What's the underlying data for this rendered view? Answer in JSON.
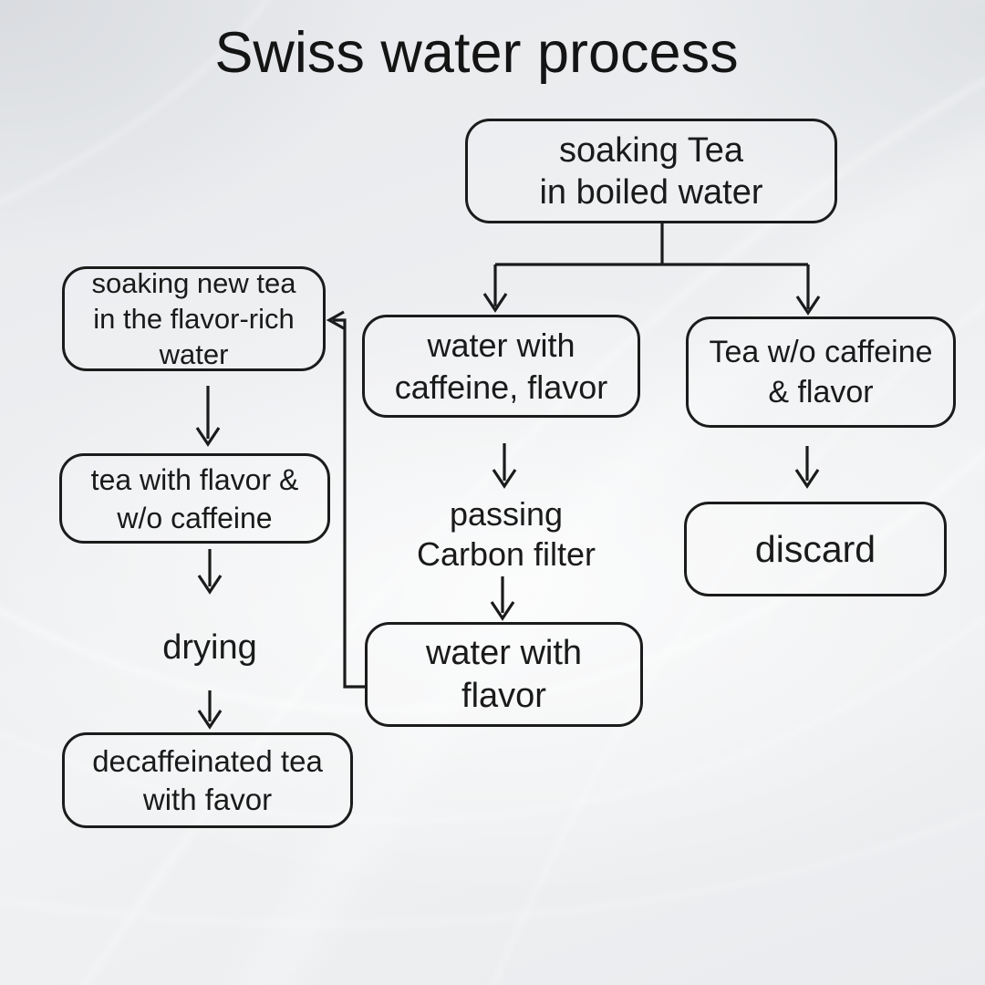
{
  "title": "Swiss water process",
  "colors": {
    "background": "#eaecef",
    "line": "#1b1b1b",
    "text": "#1a1a1a"
  },
  "nodes": {
    "soak_tea": {
      "shape": "box",
      "lines": [
        "soaking Tea",
        "in boiled water"
      ]
    },
    "water_caffeine": {
      "shape": "box",
      "lines": [
        "water with",
        "caffeine, flavor"
      ]
    },
    "tea_wo_caffeine": {
      "shape": "box",
      "lines": [
        "Tea w/o caffeine",
        "& flavor"
      ]
    },
    "passing_filter": {
      "shape": "text",
      "lines": [
        "passing",
        "Carbon filter"
      ]
    },
    "water_flavor": {
      "shape": "box",
      "lines": [
        "water with",
        "flavor"
      ]
    },
    "discard": {
      "shape": "box",
      "lines": [
        "discard"
      ]
    },
    "soaking_new_tea": {
      "shape": "box",
      "lines": [
        "soaking new tea",
        "in the flavor-rich",
        "water"
      ]
    },
    "tea_with_flavor": {
      "shape": "box",
      "lines": [
        "tea with flavor &",
        "w/o caffeine"
      ]
    },
    "drying": {
      "shape": "text",
      "lines": [
        "drying"
      ]
    },
    "decaf_tea": {
      "shape": "box",
      "lines": [
        "decaffeinated tea",
        "with favor"
      ]
    }
  },
  "edges": [
    {
      "from": "soak_tea",
      "to": "water_caffeine"
    },
    {
      "from": "soak_tea",
      "to": "tea_wo_caffeine"
    },
    {
      "from": "water_caffeine",
      "to": "passing_filter"
    },
    {
      "from": "passing_filter",
      "to": "water_flavor"
    },
    {
      "from": "water_flavor",
      "to": "soaking_new_tea"
    },
    {
      "from": "tea_wo_caffeine",
      "to": "discard"
    },
    {
      "from": "soaking_new_tea",
      "to": "tea_with_flavor"
    },
    {
      "from": "tea_with_flavor",
      "to": "drying"
    },
    {
      "from": "drying",
      "to": "decaf_tea"
    }
  ]
}
